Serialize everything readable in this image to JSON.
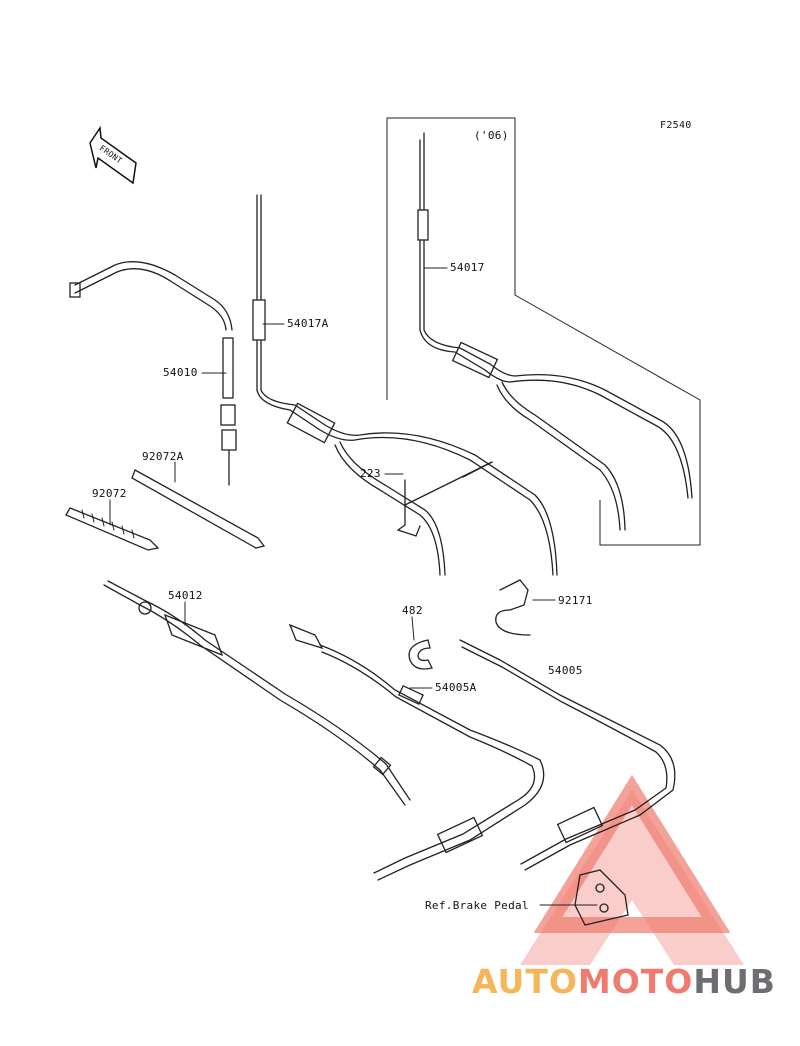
{
  "diagram": {
    "figure_code": "F2540",
    "variant_note": "('06)",
    "front_label": "FRONT",
    "parts": [
      {
        "label": "54017"
      },
      {
        "label": "54017A"
      },
      {
        "label": "54010"
      },
      {
        "label": "92072A"
      },
      {
        "label": "92072"
      },
      {
        "label": "223"
      },
      {
        "label": "54012"
      },
      {
        "label": "482"
      },
      {
        "label": "92171"
      },
      {
        "label": "54005A"
      },
      {
        "label": "54005"
      }
    ],
    "reference_note": "Ref.Brake Pedal"
  },
  "watermark": {
    "part1": "AUTO",
    "part2": "MOTO",
    "part3": "HUB",
    "colors": {
      "auto": "#f5b65a",
      "moto": "#f07a6e",
      "hub": "#6d6d72",
      "triangle": "#f28b82"
    }
  }
}
